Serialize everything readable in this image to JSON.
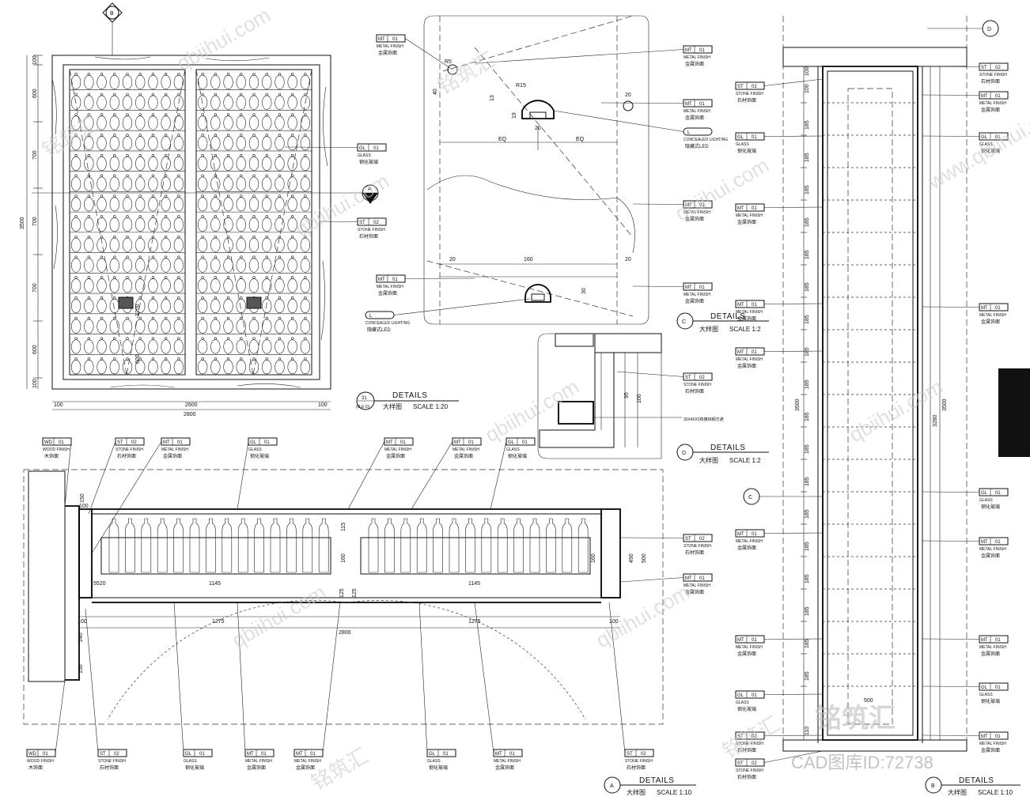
{
  "tags": {
    "metal": {
      "code": "MT",
      "num": "01",
      "en": "METAL FINISH",
      "cn": "金属饰面"
    },
    "stone": {
      "code": "ST",
      "num": "02",
      "en": "STONE FINISH",
      "cn": "石材饰面"
    },
    "glass": {
      "code": "GL",
      "num": "01",
      "en": "GLASS",
      "cn": "钢化玻璃"
    },
    "wood": {
      "code": "WD",
      "num": "01",
      "en": "WOOD FINISH",
      "cn": "木饰面"
    },
    "light": {
      "code": "L",
      "num": "",
      "en": "CONCEALED LIGHTING",
      "cn": "隐藏式LED"
    }
  },
  "steel_note": "30X40X3热镀锌钢方通",
  "markers": {
    "b": "B",
    "a": "A",
    "c": "C",
    "d": "D",
    "sheet_no": "31",
    "sheet_ref": "(D·E·D)"
  },
  "details": {
    "elevation": {
      "title": "DETAILS",
      "cn": "大样图",
      "scale": "SCALE  1:20"
    },
    "c": {
      "title": "DETAILS",
      "cn": "大样图",
      "scale": "SCALE  1:2"
    },
    "d": {
      "title": "DETAILS",
      "cn": "大样图",
      "scale": "SCALE  1:2"
    },
    "a": {
      "title": "DETAILS",
      "cn": "大样图",
      "scale": "SCALE  1:10"
    },
    "b": {
      "title": "DETAILS",
      "cn": "大样图",
      "scale": "SCALE  1:10"
    }
  },
  "dims": {
    "elev_v": [
      "100",
      "600",
      "700",
      "700",
      "700",
      "600",
      "100"
    ],
    "elev_total_h": "3500",
    "elev_h_bottom": [
      "100",
      "2600",
      "100"
    ],
    "elev_total_w": "2800",
    "elev_inner": [
      "1200",
      "600"
    ],
    "c_detail": [
      "R5",
      "R15",
      "40",
      "13",
      "19",
      "20",
      "20",
      "EQ",
      "EQ",
      "20",
      "160",
      "20",
      "30"
    ],
    "d_detail": [
      "95",
      "100"
    ],
    "plan": [
      "100",
      "150",
      "5520",
      "1145",
      "1145",
      "125",
      "125",
      "160",
      "115",
      "500",
      "490",
      "160",
      "1275",
      "1275",
      "100",
      "100",
      "2800",
      "240",
      "150"
    ],
    "sec_left": [
      "100",
      "100",
      "185",
      "185",
      "185",
      "185",
      "185",
      "185",
      "185",
      "185",
      "185",
      "185",
      "185",
      "185",
      "185",
      "185",
      "185",
      "185",
      "185",
      "185",
      "3500",
      "110"
    ],
    "sec_right": [
      "3280",
      "3500"
    ],
    "sec_bottom": "500"
  },
  "watermarks": [
    "qbiihui.com",
    "铭筑汇",
    "www.qbiihui.com"
  ],
  "cad_id": "CAD图库ID:72738"
}
